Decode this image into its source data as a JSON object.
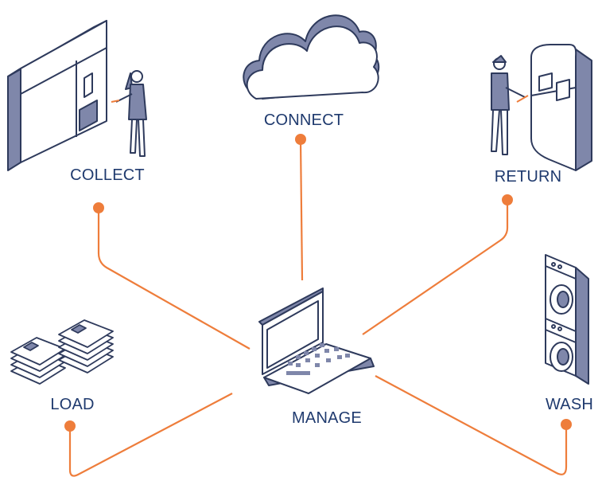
{
  "labels": {
    "connect": "CONNECT",
    "collect": "COLLECT",
    "return": "RETURN",
    "load": "LOAD",
    "manage": "MANAGE",
    "wash": "WASH"
  },
  "colors": {
    "connector": "#ee7d3b",
    "label_text": "#1f3a6e",
    "outline": "#2e3a5c",
    "icon_fill_light": "#ffffff",
    "icon_fill_dark": "#7f87aa"
  }
}
